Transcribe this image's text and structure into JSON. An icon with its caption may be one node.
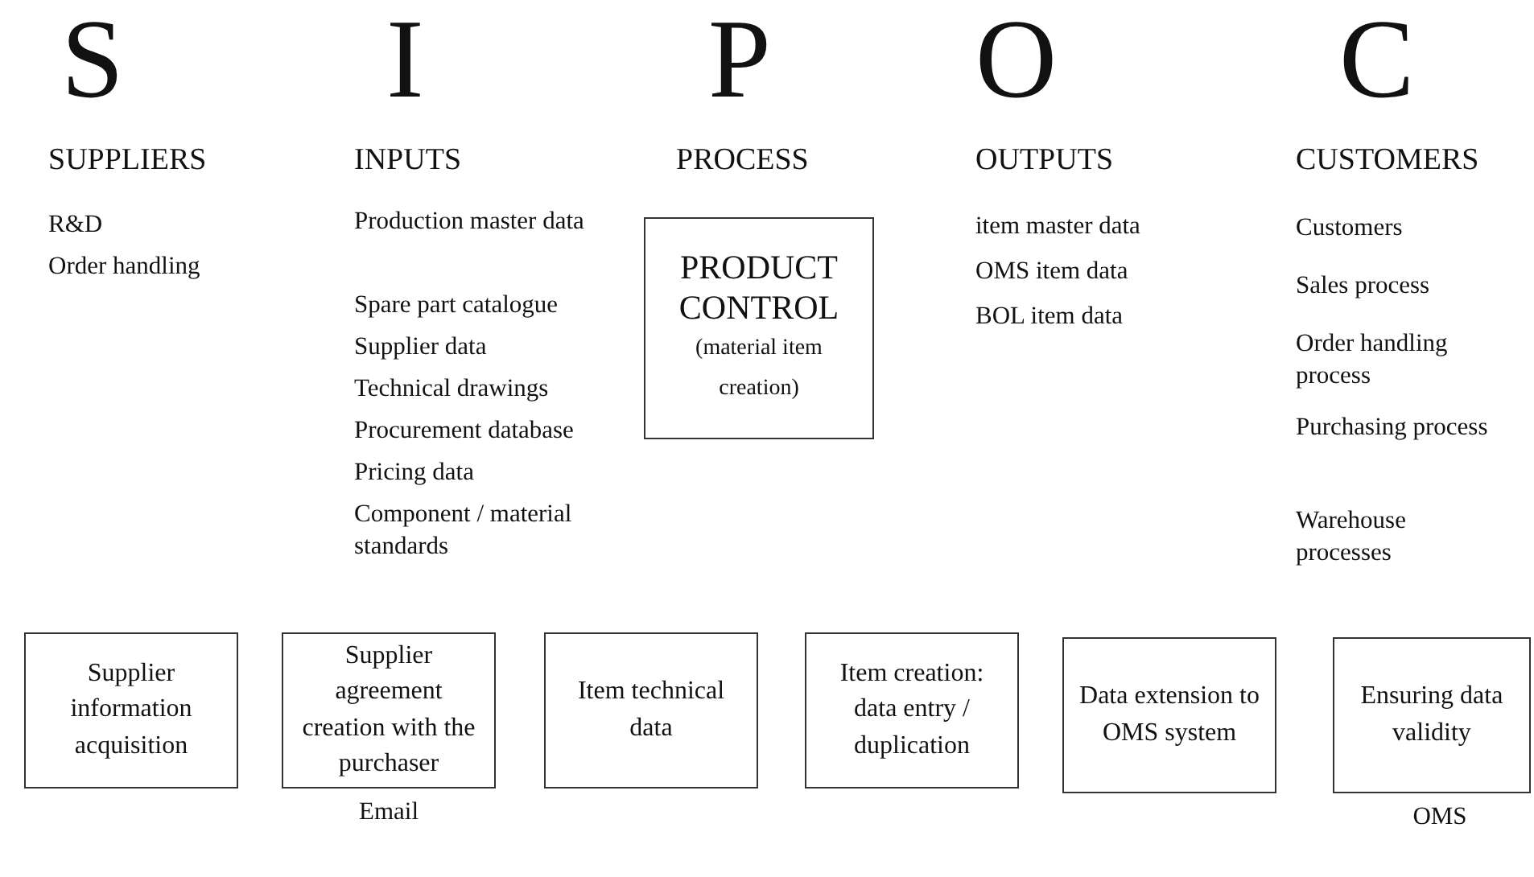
{
  "diagram": {
    "nodes": [
      {
        "text": [
          "PRODUCT CONTROL",
          "(material item creation)"
        ]
      },
      {
        "text": [
          "Supplier information acquisition"
        ]
      },
      {
        "text": [
          "Supplier agreement creation with the purchaser"
        ],
        "beside": [
          "Email"
        ]
      },
      {
        "text": [
          "Item technical data"
        ]
      },
      {
        "text": [
          "Item creation: data entry / duplication"
        ]
      },
      {
        "text": [
          "Data extension to OMS system"
        ]
      },
      {
        "text": [
          "Ensuring data validity"
        ],
        "beside": [
          "OMS"
        ]
      }
    ],
    "labels": [
      "S",
      "SUPPLIERS",
      "R&D",
      "Order handling",
      "I",
      "INPUTS",
      "Production master data",
      "Spare part catalogue",
      "Supplier data",
      "Technical drawings",
      "Procurement database",
      "Pricing data",
      "Component / material standards",
      "P",
      "PROCESS",
      "O",
      "OUTPUTS",
      "item master data",
      "OMS item data",
      "BOL item data",
      "C",
      "CUSTOMERS",
      "Customers",
      "Sales process",
      "Order handling process",
      "Purchasing process",
      "Warehouse processes"
    ]
  }
}
